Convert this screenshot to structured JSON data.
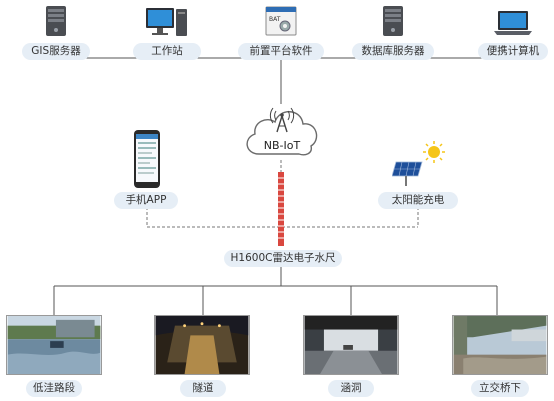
{
  "top_nodes": [
    "GIS服务器",
    "工作站",
    "前置平台软件",
    "数据库服务器",
    "便携计算机"
  ],
  "cloud_label": "NB-IoT",
  "mobile_app": "手机APP",
  "solar": "太阳能充电",
  "sensor": "H1600C雷达电子水尺",
  "bottom_nodes": [
    "低洼路段",
    "隧道",
    "涵洞",
    "立交桥下"
  ],
  "icons": [
    "server-icon",
    "workstation-icon",
    "software-icon",
    "server-icon",
    "laptop-icon",
    "cloud-antenna-icon",
    "smartphone-icon",
    "solar-panel-icon",
    "sun-icon",
    "water-gauge-icon"
  ],
  "colors": {
    "pill_bg": "#e6eef6",
    "gauge_red": "#d9473f",
    "sun": "#f5c518"
  }
}
